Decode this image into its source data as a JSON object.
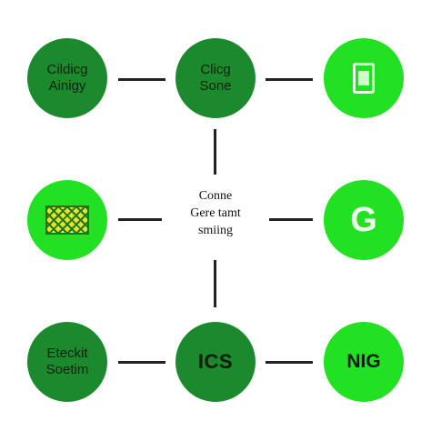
{
  "nodes": {
    "top_left": {
      "line1": "Cildicg",
      "line2": "Ainigy"
    },
    "top_mid": {
      "line1": "Clicg",
      "line2": "Sone"
    },
    "top_right": {
      "icon": "tablet-icon"
    },
    "mid_left": {
      "icon": "grid-pattern-icon"
    },
    "mid_right": {
      "icon": "g-logo-icon",
      "glyph": "G"
    },
    "bottom_left": {
      "line1": "Eteckit",
      "line2": "Soetim"
    },
    "bottom_mid": {
      "label": "ICS"
    },
    "bottom_right": {
      "label": "NIG"
    }
  },
  "center": {
    "line1": "Conne",
    "line2": "Gere tamt",
    "line3": "smiing"
  },
  "colors": {
    "dark_green": "#1b8a2d",
    "bright_green": "#22e022",
    "line": "#222222"
  }
}
